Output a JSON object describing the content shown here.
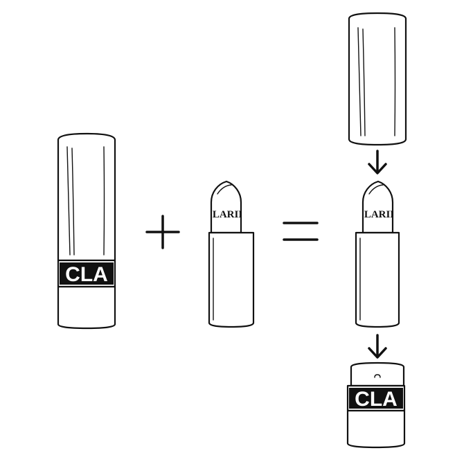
{
  "diagram": {
    "bullet_label": "LARIN",
    "band_label": "CLA",
    "operators": {
      "plus": "+",
      "equals": "="
    },
    "arrows": [
      "arrow-down",
      "arrow-down"
    ],
    "ink_color": "#111111",
    "background_color": "#ffffff"
  }
}
